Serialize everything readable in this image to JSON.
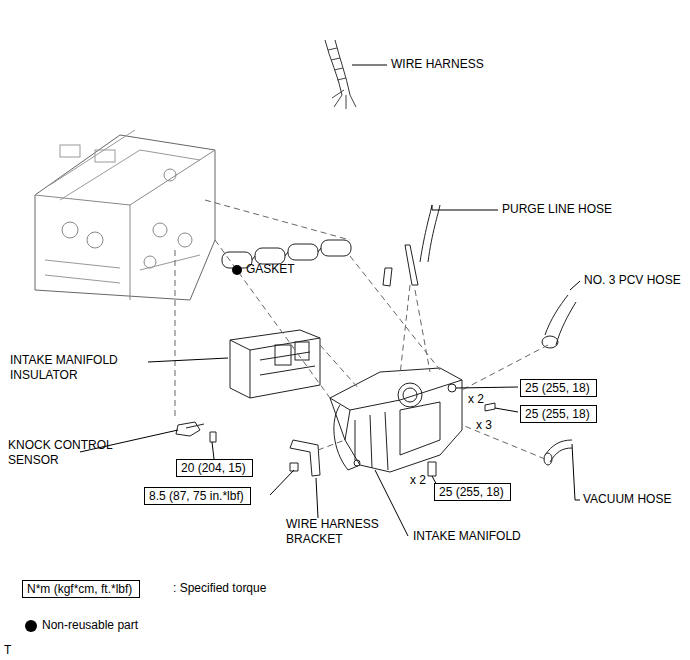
{
  "diagram": {
    "nodes": [
      {
        "text": [
          "25 (255, 18)"
        ]
      },
      {
        "text": [
          "25 (255, 18)"
        ]
      },
      {
        "text": [
          "20 (204, 15)"
        ]
      },
      {
        "text": [
          "25 (255, 18)"
        ]
      },
      {
        "text": [
          "8.5 (87, 75 in.*lbf)"
        ]
      },
      {
        "text": [
          "N*m (kgf*cm, ft.*lbf)"
        ]
      }
    ],
    "edges": [],
    "labels": [
      "WIRE HARNESS",
      "PURGE LINE HOSE",
      "GASKET",
      "NO. 3 PCV HOSE",
      "INTAKE MANIFOLD INSULATOR",
      "KNOCK CONTROL SENSOR",
      "VACUUM HOSE",
      "WIRE HARNESS BRACKET",
      "INTAKE MANIFOLD",
      "x 2",
      "x 3",
      "x 2",
      ": Specified torque",
      "T"
    ],
    "legend": [
      {
        "text": "Non-reusable part"
      }
    ]
  }
}
